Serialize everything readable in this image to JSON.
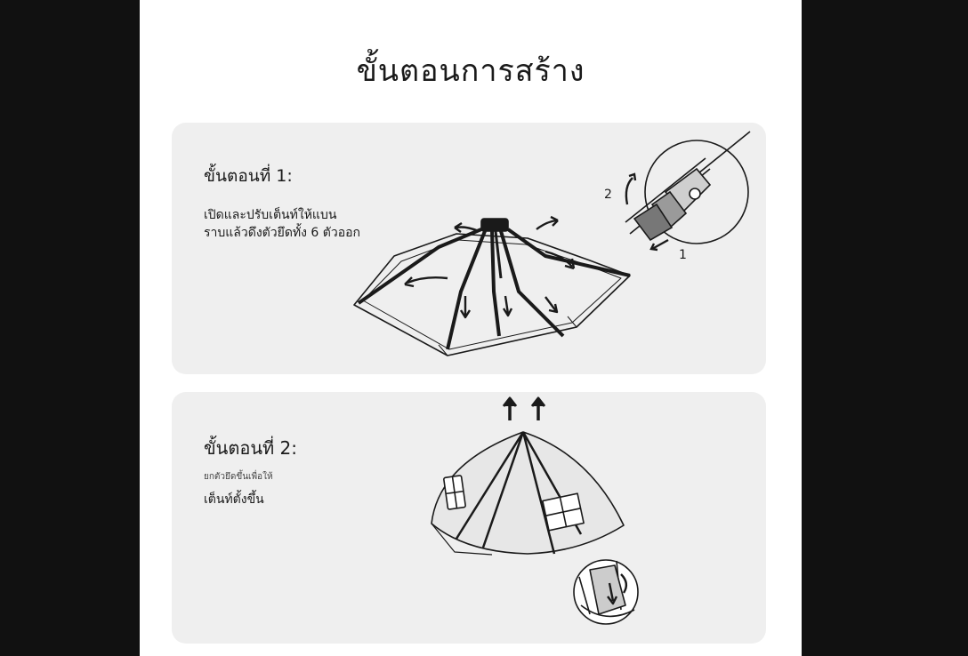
{
  "page": {
    "title": "ขั้นตอนการสร้าง"
  },
  "steps": [
    {
      "title": "ขั้นตอนที่ 1:",
      "description_lines": [
        "เปิดและปรับเต็นท์ให้แบน",
        "ราบแล้วดึงตัวยึดทั้ง 6 ตัวออก"
      ],
      "detail_labels": [
        "2",
        "1"
      ]
    },
    {
      "title": "ขั้นตอนที่ 2:",
      "description_lines": [
        "ยกตัวยึดขึ้นเพื่อให้",
        "เต็นท์ตั้งขึ้น"
      ]
    }
  ],
  "colors": {
    "background": "#111111",
    "page": "#ffffff",
    "card": "#efefef",
    "ink": "#1a1a1a"
  }
}
